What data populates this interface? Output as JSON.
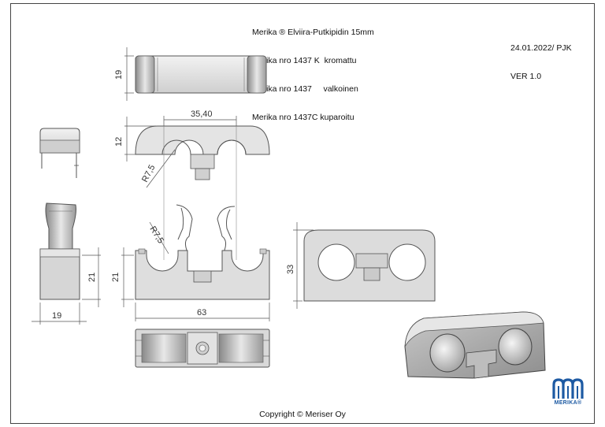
{
  "header": {
    "title_lines": [
      "Merika ® Elviira-Putkipidin 15mm",
      "Merika nro 1437 K  kromattu",
      "Merika nro 1437     valkoinen",
      "Merika nro 1437C kuparoitu"
    ],
    "date": "24.01.2022/ PJK",
    "version": "VER 1.0"
  },
  "dimensions": {
    "top_height": "19",
    "front_width": "35,40",
    "front_height": "12",
    "radius_top": "R7,5",
    "radius_bottom": "R7,5",
    "side_height": "21",
    "side_width": "19",
    "base_height": "21",
    "base_width": "63",
    "right_height": "33"
  },
  "footer": {
    "copyright": "Copyright © Meriser Oy"
  },
  "logo": {
    "word": "MERIKA®",
    "color": "#1d5aa3"
  }
}
